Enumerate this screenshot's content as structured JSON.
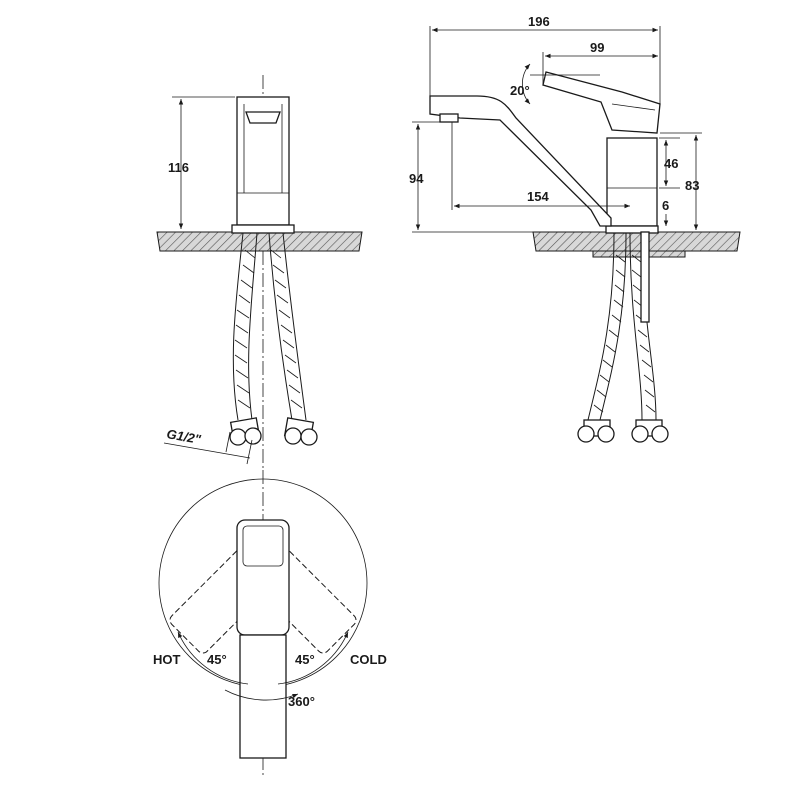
{
  "dimensions": {
    "front_height": "116",
    "overall_length": "196",
    "lever_length": "99",
    "lever_angle": "20°",
    "spout_height": "94",
    "spout_reach": "154",
    "body_upper": "46",
    "body_height": "83",
    "body_gap": "6",
    "thread": "G1/2\""
  },
  "top_view": {
    "hot_label": "HOT",
    "cold_label": "COLD",
    "hot_angle": "45°",
    "cold_angle": "45°",
    "rotation": "360°"
  },
  "colors": {
    "line": "#1a1a1a",
    "background": "#ffffff"
  }
}
